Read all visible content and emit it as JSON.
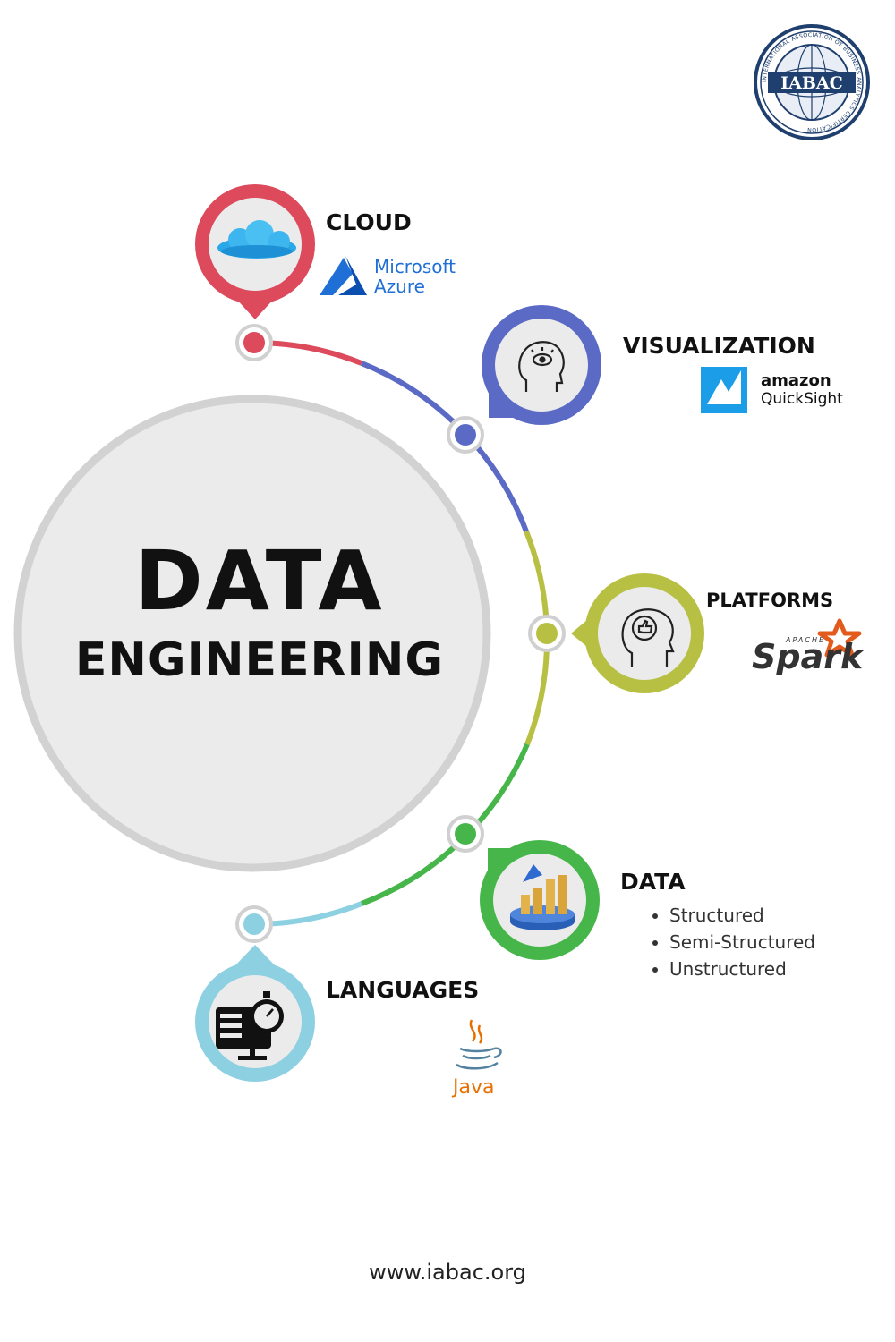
{
  "center": {
    "line1": "DATA",
    "line2": "ENGINEERING"
  },
  "logo": {
    "name": "IABAC",
    "ring_text": "INTERNATIONAL ASSOCIATION OF BUSINESS ANALYTICS CERTIFICATION"
  },
  "nodes": [
    {
      "label": "CLOUD",
      "color": "#dc4a5c",
      "icon": "cloud-icon",
      "brand": {
        "line1": "Microsoft",
        "line2": "Azure",
        "color": "#1f6fd6"
      }
    },
    {
      "label": "VISUALIZATION",
      "color": "#5b6ac4",
      "icon": "head-eye-icon",
      "brand": {
        "line1": "amazon",
        "line2": "QuickSight",
        "color": "#1b9de8"
      }
    },
    {
      "label": "PLATFORMS",
      "color": "#b7c043",
      "icon": "head-thumbs-up-icon",
      "brand": {
        "line1": "APACHE",
        "line2": "Spark",
        "color": "#e25a1c"
      }
    },
    {
      "label": "DATA",
      "color": "#46b64a",
      "icon": "bar-chart-icon",
      "items": [
        "Structured",
        "Semi-Structured",
        "Unstructured"
      ]
    },
    {
      "label": "LANGUAGES",
      "color": "#8dd0e2",
      "icon": "monitor-stopwatch-icon",
      "brand": {
        "line1": "Java",
        "color": "#e76f00"
      }
    }
  ],
  "footer": {
    "url": "www.iabac.org"
  }
}
